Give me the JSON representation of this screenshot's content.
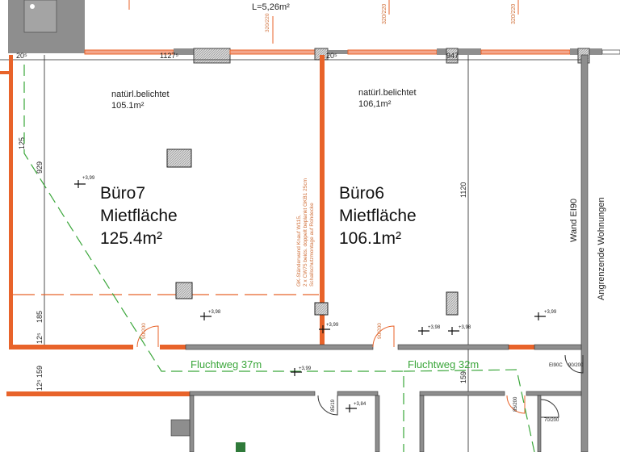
{
  "colors": {
    "wall_new": "#e8632a",
    "wall_existing": "#8c8c8c",
    "escape_route": "#3aa63a",
    "text": "#111111"
  },
  "top": {
    "area_label": "L=5,26m²",
    "window_marks": [
      "320/220",
      "320/220",
      "320/220"
    ]
  },
  "dimensions": {
    "left_wall": "20⁵",
    "office7_width": "1127⁵",
    "partition": "20⁵",
    "office6_width": "947",
    "office7_depth": "929",
    "office6_depth": "1120",
    "left_side": [
      "125",
      "185",
      "12⁵",
      "159",
      "12⁵"
    ],
    "corridor_right": "159"
  },
  "rooms": [
    {
      "daylight_note": "natürl.belichtet",
      "daylight_area": "105.1m²",
      "name": "Büro7",
      "type": "Mietfläche",
      "area": "125.4m²"
    },
    {
      "daylight_note": "natürl.belichtet",
      "daylight_area": "106,1m²",
      "name": "Büro6",
      "type": "Mietfläche",
      "area": "106.1m²"
    }
  ],
  "partition_note": [
    "GK-Ständerwand Knauf W115,",
    "2 x CW75 beids. doppelt beplankt GKB1 25cm",
    "Schallschutzmontage auf Rohdecke"
  ],
  "walls": {
    "right_wall": "Wand EI90",
    "neighbours": "Angrenzende Wohnungen"
  },
  "escape_routes": [
    "Fluchtweg 37m",
    "Fluchtweg 32m"
  ],
  "doors": {
    "office7": "90/200",
    "office6": "90/200",
    "fire_door_rating": "EI90C",
    "fire_door": "90/200",
    "small_1": "85/19",
    "small_2": "85/200",
    "small_3": "70/200"
  },
  "levels": [
    "+3,99",
    "+3,98",
    "+3,99",
    "+3,98",
    "+3,98",
    "+3,99",
    "+3,99",
    "+3,84"
  ]
}
